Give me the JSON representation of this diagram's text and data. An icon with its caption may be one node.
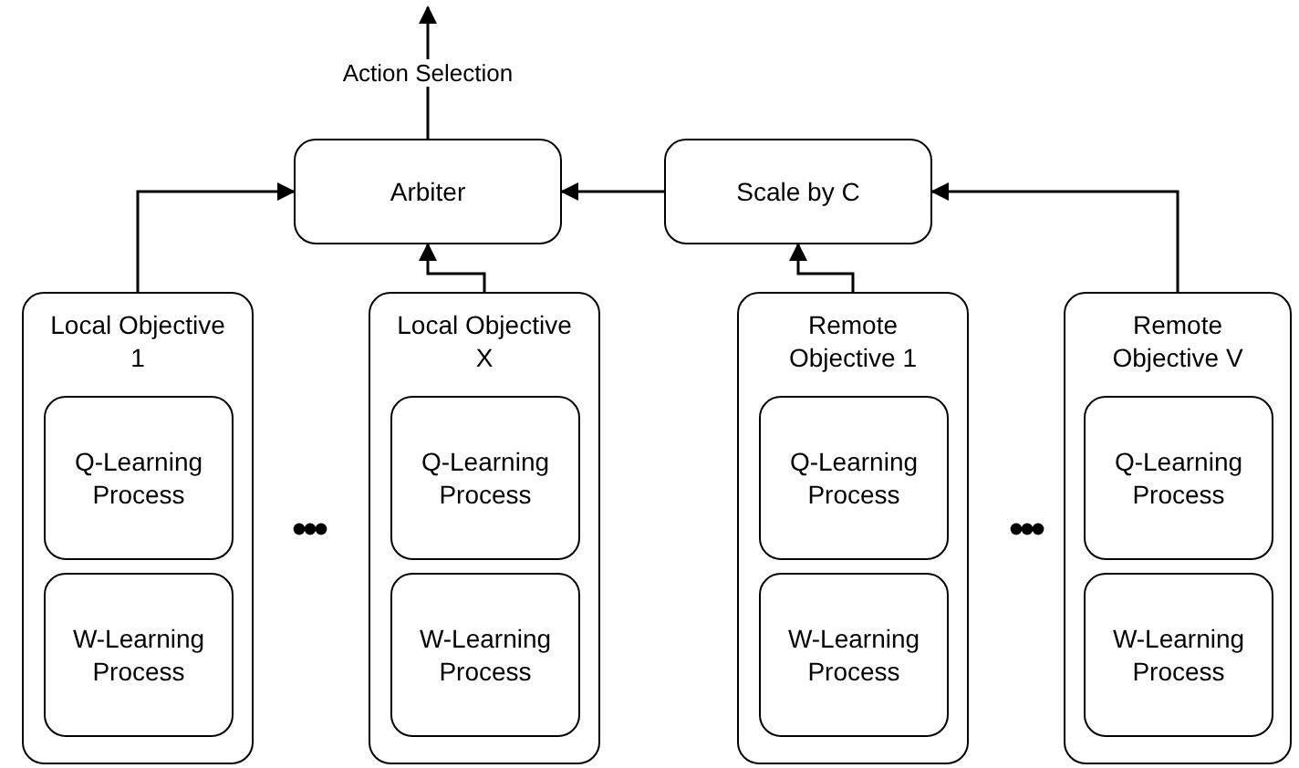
{
  "diagram": {
    "nodes": [
      {
        "text": [
          "Arbiter"
        ]
      },
      {
        "text": [
          "Scale by C"
        ]
      },
      {
        "text": [
          "Local Objective 1"
        ]
      },
      {
        "text": [
          "Q-Learning Process"
        ],
        "in": 2
      },
      {
        "text": [
          "W-Learning Process"
        ],
        "in": 2
      },
      {
        "text": [
          "Local Objective X"
        ]
      },
      {
        "text": [
          "Q-Learning Process"
        ],
        "in": 5
      },
      {
        "text": [
          "W-Learning Process"
        ],
        "in": 5
      },
      {
        "text": [
          "Remote Objective 1"
        ]
      },
      {
        "text": [
          "Q-Learning Process"
        ],
        "in": 8
      },
      {
        "text": [
          "W-Learning Process"
        ],
        "in": 8
      },
      {
        "text": [
          "Remote Objective V"
        ]
      },
      {
        "text": [
          "Q-Learning Process"
        ],
        "in": 11
      },
      {
        "text": [
          "W-Learning Process"
        ],
        "in": 11
      }
    ],
    "edges": [
      {
        "from": 0,
        "to": null,
        "arrow": "to",
        "label": "Action Selection"
      },
      {
        "from": 2,
        "to": 0,
        "arrow": "to"
      },
      {
        "from": 5,
        "to": 0,
        "arrow": "to"
      },
      {
        "from": 1,
        "to": 0,
        "arrow": "to"
      },
      {
        "from": 8,
        "to": 1,
        "arrow": "to"
      },
      {
        "from": 11,
        "to": 1,
        "arrow": "to"
      }
    ]
  }
}
